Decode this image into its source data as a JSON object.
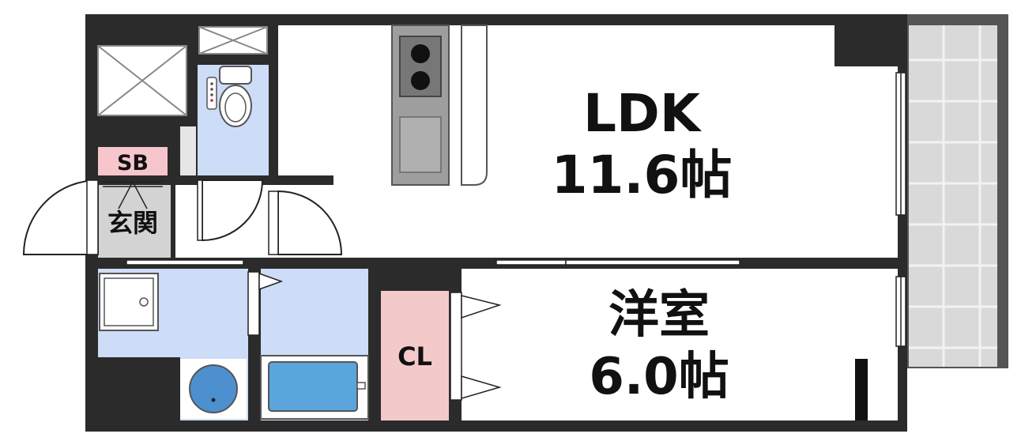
{
  "rooms": {
    "ldk": {
      "name": "LDK",
      "size": "11.6帖"
    },
    "western": {
      "name": "洋室",
      "size": "6.0帖"
    },
    "closet": {
      "name": "CL"
    },
    "shoe_box": {
      "name": "SB"
    },
    "entrance": {
      "name": "玄関"
    }
  },
  "colors": {
    "wall": "#2b2b2b",
    "water_area": "#cddcf7",
    "closet": "#f3c9c9",
    "shoe_box": "#f6c6cc",
    "entrance": "#d3d3d3",
    "balcony": "#d9d9d9",
    "kitchen_steel": "#9e9e9e"
  },
  "icons": [
    "kitchen-stove-icon",
    "kitchen-sink-icon",
    "toilet-icon",
    "washbasin-icon",
    "washing-machine-pan-icon",
    "bathtub-icon",
    "door-swing-icon",
    "window-icon",
    "balcony-grid-icon",
    "ventilation-shaft-icon"
  ]
}
